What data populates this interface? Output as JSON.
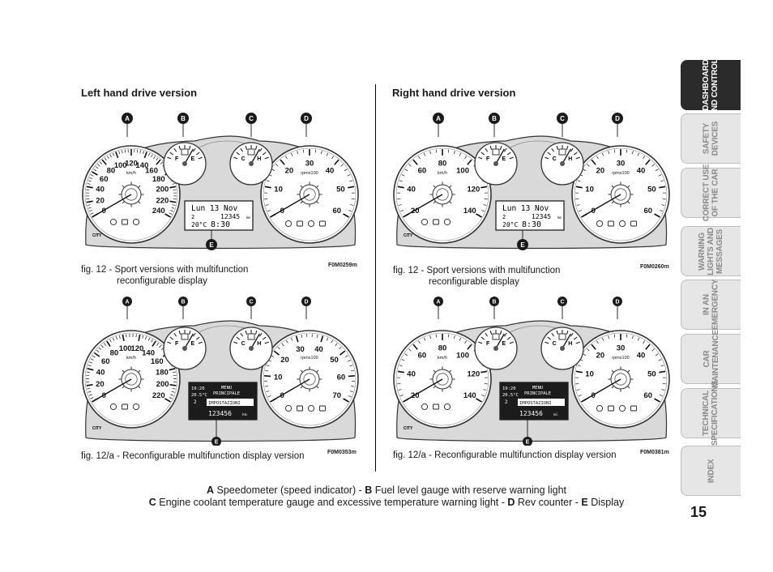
{
  "headings": {
    "left": "Left hand drive version",
    "right": "Right hand drive version"
  },
  "panels": [
    {
      "id": "p1",
      "caption_fig": "fig. 12 - Sport versions with multifunction",
      "caption_cont": "reconfigurable display",
      "code": "F0M0259m",
      "markers": [
        "A",
        "B",
        "C",
        "D",
        "E"
      ],
      "display": {
        "line1": "Lun 13 Nov",
        "line2a": "2",
        "line2b": "12345",
        "line2unit": "km",
        "line3a": "20°C",
        "line3b": "8:30"
      },
      "speedo": {
        "ticks": [
          "0",
          "20",
          "40",
          "60",
          "80",
          "100",
          "120",
          "140",
          "160",
          "180",
          "200",
          "220",
          "240"
        ],
        "unit": "km/h"
      },
      "rev": {
        "ticks": [
          "0",
          "10",
          "20",
          "30",
          "40",
          "50",
          "60"
        ],
        "unit": "rpmx100"
      },
      "city": "CITY"
    },
    {
      "id": "p2",
      "caption_fig": "fig. 12 - Sport versions with multifunction",
      "caption_cont": "reconfigurable display",
      "code": "F0M0260m",
      "markers": [
        "A",
        "B",
        "C",
        "D",
        "E"
      ],
      "display": {
        "line1": "Lun 13 Nov",
        "line2a": "2",
        "line2b": "12345",
        "line2unit": "km",
        "line3a": "20°C",
        "line3b": "8:30"
      },
      "speedo": {
        "ticks": [
          "20",
          "40",
          "60",
          "80",
          "100",
          "120",
          "140"
        ],
        "unit": "km/h"
      },
      "rev": {
        "ticks": [
          "0",
          "10",
          "20",
          "30",
          "40",
          "50",
          "60"
        ],
        "unit": "rpmx100"
      },
      "city": "CITY"
    },
    {
      "id": "p3",
      "caption_fig": "fig. 12/a - Reconfigurable multifunction display version",
      "caption_cont": "",
      "code": "F0M0353m",
      "markers": [
        "A",
        "B",
        "C",
        "D",
        "E"
      ],
      "display": {
        "time": "19:20",
        "temp": "20.5°C",
        "gear": "2",
        "menu": "MENU",
        "menu2": "PRINCIPALE",
        "setting": "IMPOSTAZIONI",
        "odo": "123456",
        "odo_unit": "km"
      },
      "speedo": {
        "ticks": [
          "0",
          "20",
          "40",
          "60",
          "80",
          "100",
          "120",
          "140",
          "160",
          "180",
          "200",
          "220"
        ],
        "unit": "km/h"
      },
      "rev": {
        "ticks": [
          "0",
          "10",
          "20",
          "30",
          "40",
          "50",
          "60",
          "70"
        ],
        "unit": "rpmx100"
      },
      "city": "CITY"
    },
    {
      "id": "p4",
      "caption_fig": "fig. 12/a - Reconfigurable multifunction display version",
      "caption_cont": "",
      "code": "F0M0381m",
      "markers": [
        "A",
        "B",
        "C",
        "D",
        "E"
      ],
      "display": {
        "time": "19:20",
        "temp": "20.5°C",
        "gear": "2",
        "menu": "MENU",
        "menu2": "PRINCIPALE",
        "setting": "IMPOSTAZIONI",
        "odo": "123456",
        "odo_unit": "mi"
      },
      "speedo": {
        "ticks": [
          "20",
          "40",
          "60",
          "80",
          "100",
          "120",
          "140"
        ],
        "unit": "km/h"
      },
      "rev": {
        "ticks": [
          "0",
          "10",
          "20",
          "30",
          "40",
          "50",
          "60"
        ],
        "unit": "rpmx100"
      },
      "city": "CITY"
    }
  ],
  "footer": {
    "l1_a": "A",
    "l1_a_text": " Speedometer (speed indicator) - ",
    "l1_b": "B",
    "l1_b_text": " Fuel level gauge with reserve warning light",
    "l2_c": "C",
    "l2_c_text": " Engine coolant temperature gauge and excessive temperature warning light - ",
    "l2_d": "D",
    "l2_d_text": " Rev counter - ",
    "l2_e": "E",
    "l2_e_text": " Display"
  },
  "tabs": [
    {
      "label": "DASHBOARD\nAND CONTROLS",
      "active": true
    },
    {
      "label": "SAFETY\nDEVICES",
      "active": false
    },
    {
      "label": "CORRECT USE\nOF THE CAR",
      "active": false
    },
    {
      "label": "WARNING\nLIGHTS AND\nMESSAGES",
      "active": false
    },
    {
      "label": "IN AN\nEMERGENCY",
      "active": false
    },
    {
      "label": "CAR\nMAINTENANCE",
      "active": false
    },
    {
      "label": "TECHNICAL\nSPECIFICATIONS",
      "active": false
    },
    {
      "label": "INDEX",
      "active": false
    }
  ],
  "page_number": "15"
}
